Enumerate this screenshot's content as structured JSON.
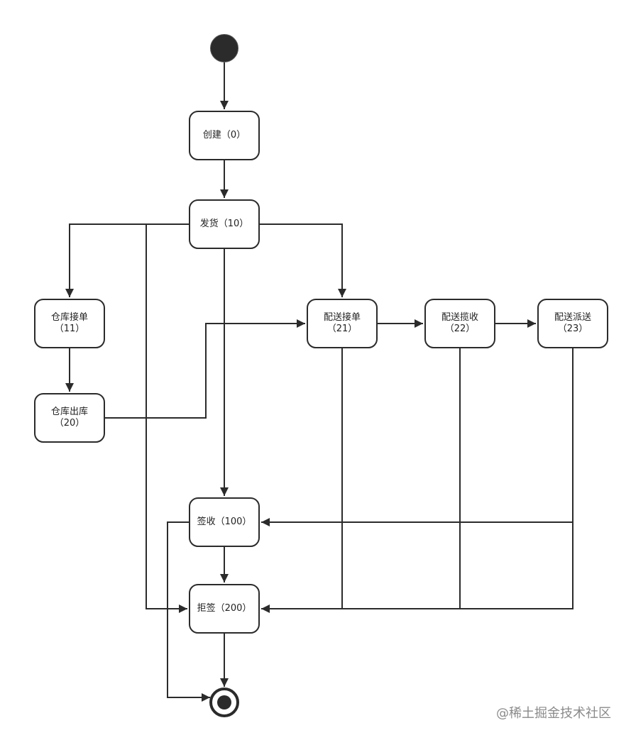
{
  "colors": {
    "stroke": "#2b2b2b",
    "text": "#222222",
    "watermark": "#8a8a8a"
  },
  "nodes": {
    "created": {
      "label": "创建（0）"
    },
    "shipped": {
      "label": "发货（10）"
    },
    "warehouse_accept": {
      "line1": "仓库接单",
      "line2": "（11）"
    },
    "warehouse_out": {
      "line1": "仓库出库",
      "line2": "（20）"
    },
    "delivery_accept": {
      "line1": "配送接单",
      "line2": "（21）"
    },
    "delivery_pickup": {
      "line1": "配送揽收",
      "line2": "（22）"
    },
    "delivery_dispatch": {
      "line1": "配送派送",
      "line2": "（23）"
    },
    "signed": {
      "label": "签收（100）"
    },
    "rejected": {
      "label": "拒签（200）"
    }
  },
  "watermark": "@稀土掘金技术社区"
}
